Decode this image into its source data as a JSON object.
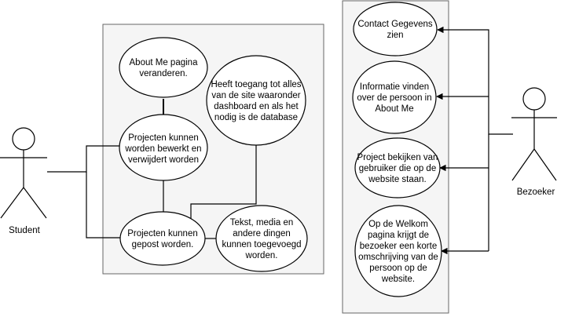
{
  "actors": {
    "student": {
      "label": "Student"
    },
    "bezoeker": {
      "label": "Bezoeker"
    }
  },
  "student_usecases": {
    "about_me": [
      "About Me pagina",
      "veranderen."
    ],
    "bewerken": [
      "Projecten kunnen",
      "worden bewerkt en",
      "verwijdert worden"
    ],
    "toegang": [
      "Heeft toegang tot alles",
      "van de site waaronder",
      "dashboard en als het",
      "nodig is de database"
    ],
    "gepost": [
      "Projecten kunnen",
      "gepost worden."
    ],
    "tekst_media": [
      "Tekst, media en",
      "andere dingen",
      "kunnen toegevoegd",
      "worden."
    ]
  },
  "visitor_usecases": {
    "contact": [
      "Contact Gegevens",
      "zien"
    ],
    "informatie": [
      "Informatie vinden",
      "over de persoon in",
      "About Me"
    ],
    "project": [
      "Project bekijken van",
      "gebruiker die op de",
      "website staan."
    ],
    "welkom": [
      "Op de Welkom",
      "pagina krijgt de",
      "bezoeker een korte",
      "omschrijving van de",
      "persoon op de",
      "website."
    ]
  },
  "colors": {
    "line": "#000000",
    "boundary_fill": "#f5f5f5",
    "boundary_stroke": "#666666",
    "node_fill": "#ffffff"
  }
}
